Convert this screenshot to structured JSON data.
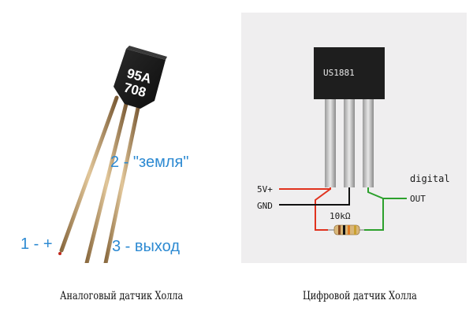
{
  "analog": {
    "chip_marking_line1": "95A",
    "chip_marking_line2": "708",
    "pin1_label": "1 - +",
    "pin2_label": "2 - \"земля\"",
    "pin3_label": "3 - выход",
    "caption": "Аналоговый датчик Холла"
  },
  "digital": {
    "chip_marking": "US1881",
    "vcc_label": "5V+",
    "gnd_label": "GND",
    "out_label_line1": "digital",
    "out_label_line2": "OUT",
    "resistor_label": "10kΩ",
    "caption": "Цифровой датчик Холла"
  },
  "colors": {
    "label_blue": "#2d8ad2",
    "wire_red": "#e0321e",
    "wire_black": "#111111",
    "wire_green": "#2ca02c",
    "chip_body": "#1e1e1e",
    "panel_bg": "#efeeef"
  }
}
